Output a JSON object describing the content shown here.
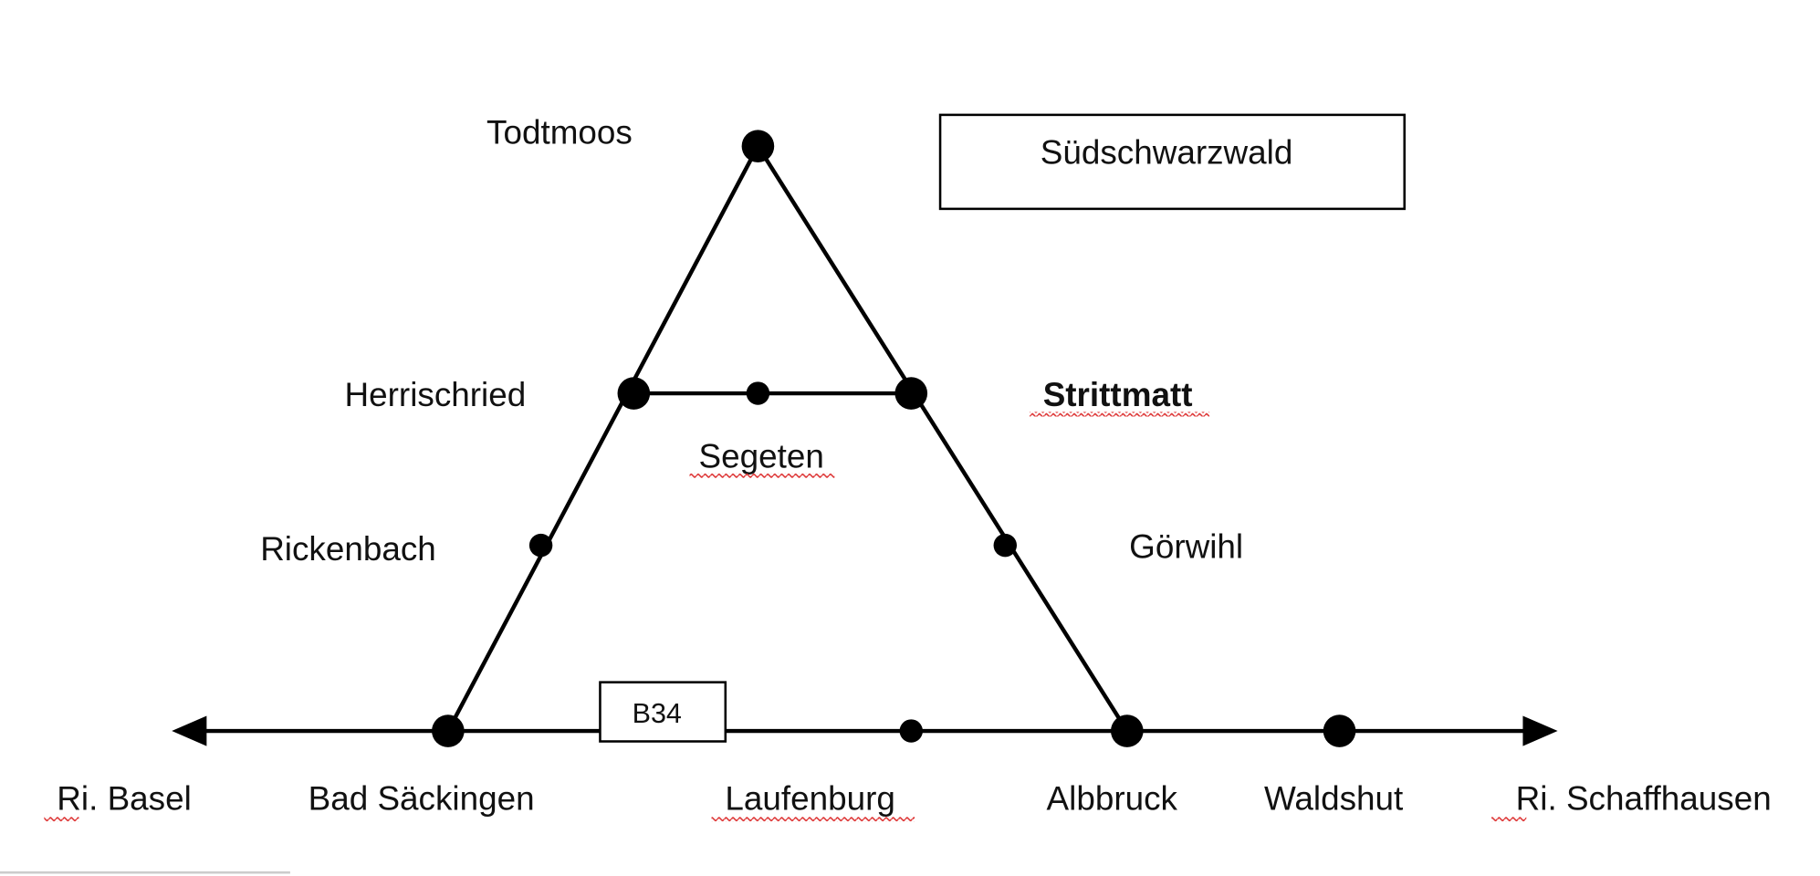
{
  "title_box": "Südschwarzwald",
  "road_label": "B34",
  "places": {
    "todtmoos": "Todtmoos",
    "herrischried": "Herrischried",
    "segeten": "Segeten",
    "strittmatt": "Strittmatt",
    "rickenbach": "Rickenbach",
    "goerwihl": "Görwihl",
    "bad_saeckingen": "Bad Säckingen",
    "laufenburg": "Laufenburg",
    "albbruck": "Albbruck",
    "waldshut": "Waldshut"
  },
  "directions": {
    "west": "Ri. Basel",
    "east": "Ri. Schaffhausen"
  }
}
